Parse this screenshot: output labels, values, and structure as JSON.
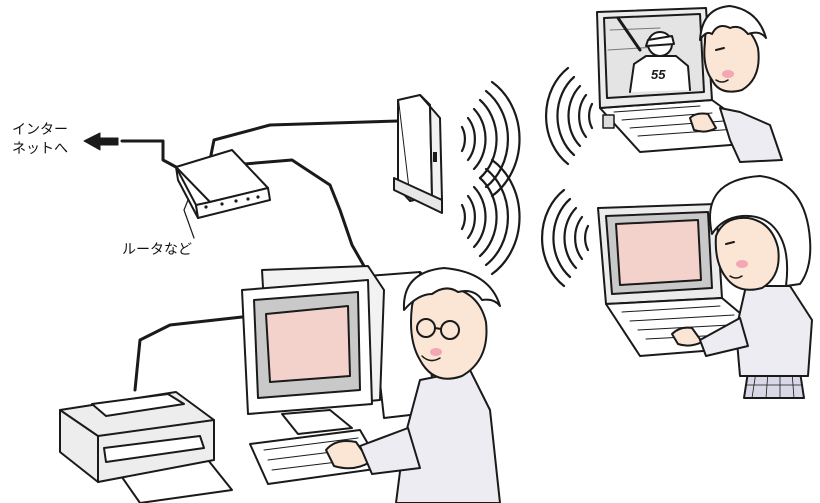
{
  "labels": {
    "internet_line1": "インター",
    "internet_line2": "ネットへ",
    "router": "ルータなど"
  },
  "jersey_number": "55",
  "colors": {
    "line": "#1a1a1a",
    "skin": "#fbe6d6",
    "cheek": "#f4a6b4",
    "screen": "#f4d2cc",
    "screen_frame": "#c9c9c9",
    "shirt": "#e7e7ef",
    "device": "#ededed",
    "hair": "#ffffff",
    "plaid": "#d8d8e6"
  }
}
